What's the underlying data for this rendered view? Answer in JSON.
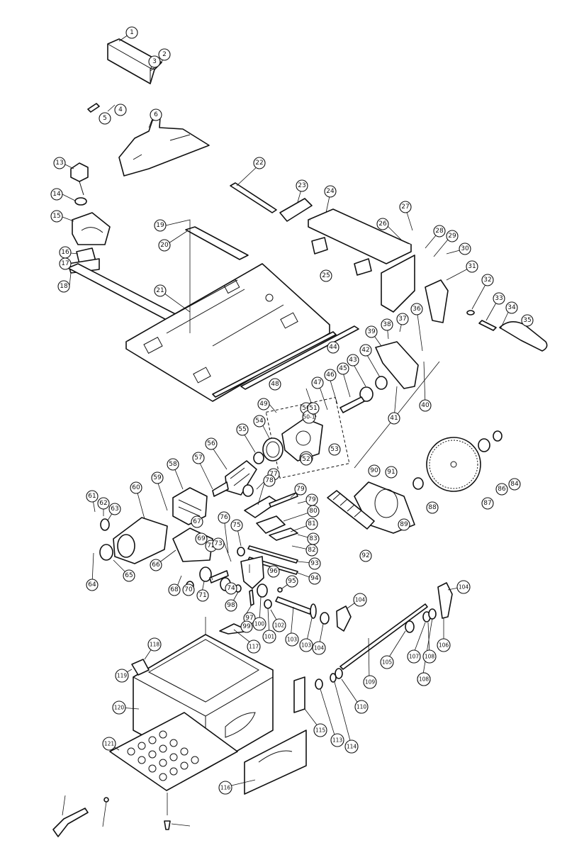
{
  "diagram": {
    "type": "exploded-parts-diagram",
    "line_color": "#111111",
    "background": "#ffffff",
    "callouts": [
      "1",
      "2",
      "3",
      "4",
      "5",
      "6",
      "13",
      "14",
      "15",
      "16",
      "17",
      "18",
      "19",
      "20",
      "21",
      "22",
      "23",
      "24",
      "25",
      "26",
      "27",
      "28",
      "29",
      "30",
      "31",
      "32",
      "33",
      "34",
      "35",
      "36",
      "37",
      "38",
      "39",
      "40",
      "41",
      "42",
      "43",
      "44",
      "45",
      "46",
      "47",
      "48",
      "49",
      "50",
      "50-1",
      "50-2",
      "51",
      "52",
      "53",
      "54",
      "55",
      "56",
      "57",
      "58",
      "59",
      "60",
      "61",
      "62",
      "63",
      "64",
      "65",
      "66",
      "67",
      "68",
      "69",
      "70",
      "71",
      "72",
      "73",
      "74",
      "75",
      "76",
      "77",
      "78",
      "79",
      "79",
      "80",
      "81",
      "82",
      "83",
      "84",
      "86",
      "87",
      "88",
      "89",
      "90",
      "91",
      "92",
      "93",
      "94",
      "95",
      "96",
      "97",
      "98",
      "99",
      "100",
      "101",
      "102",
      "103",
      "103",
      "104",
      "104",
      "104",
      "105",
      "105",
      "106",
      "107",
      "108",
      "108",
      "109",
      "110",
      "113",
      "114",
      "115",
      "116",
      "117",
      "118",
      "119",
      "120",
      "121"
    ]
  }
}
